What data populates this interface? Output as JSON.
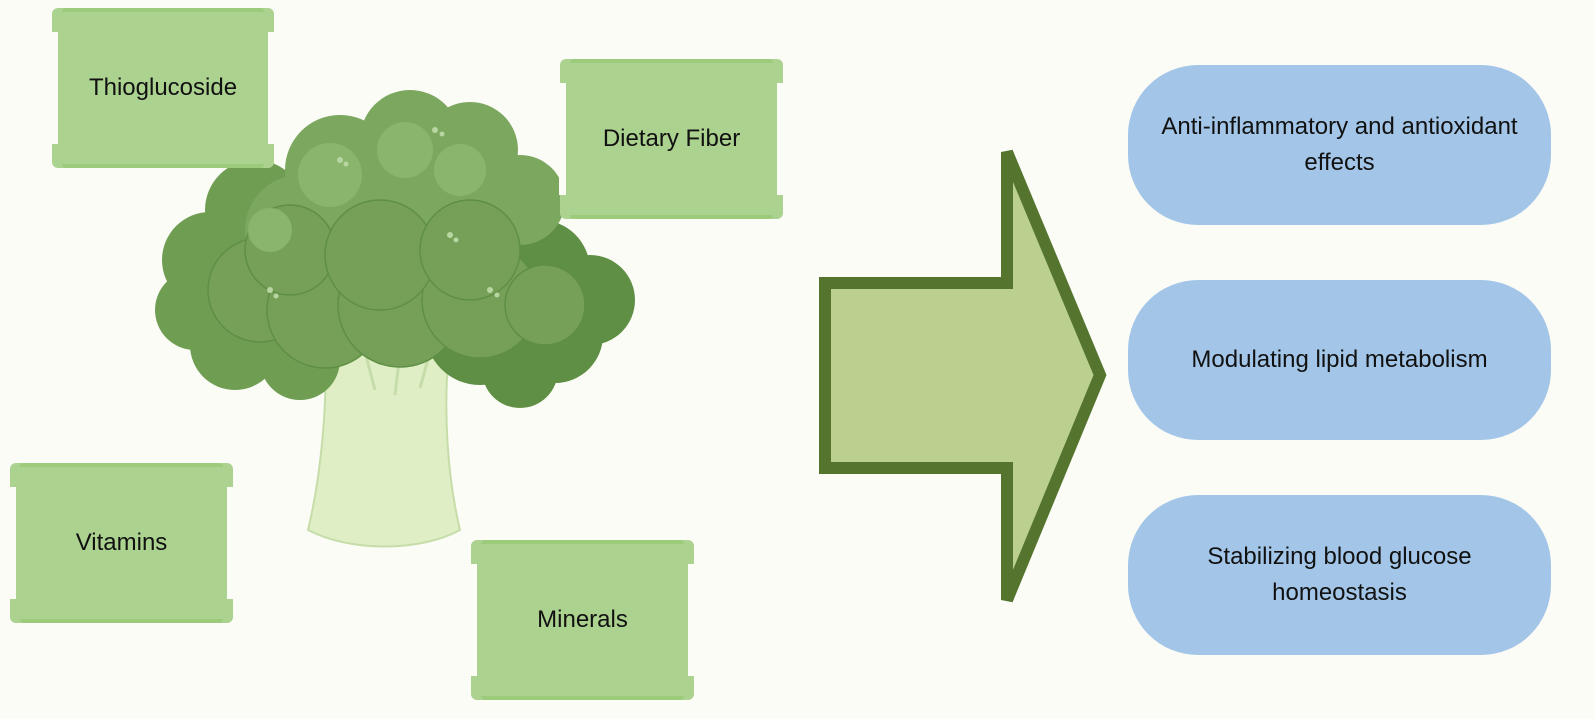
{
  "nutrients": [
    {
      "id": "thioglucoside",
      "label": "Thioglucoside"
    },
    {
      "id": "dietary-fiber",
      "label": "Dietary Fiber"
    },
    {
      "id": "vitamins",
      "label": "Vitamins"
    },
    {
      "id": "minerals",
      "label": "Minerals"
    }
  ],
  "effects": [
    {
      "id": "anti-inflammatory",
      "label": "Anti-inflammatory and antioxidant effects"
    },
    {
      "id": "lipid",
      "label": "Modulating lipid metabolism"
    },
    {
      "id": "glucose",
      "label": "Stabilizing blood glucose homeostasis"
    }
  ],
  "colors": {
    "background": "#fcfcf7",
    "nutrient_box": "#acd28f",
    "effect_box": "#a3c6e8",
    "arrow_fill": "#bbd08f",
    "arrow_stroke": "#55752f",
    "broccoli_dark": "#5d8f45",
    "broccoli_mid": "#78a15a",
    "broccoli_light": "#8fb873",
    "stem": "#dfeec5"
  }
}
